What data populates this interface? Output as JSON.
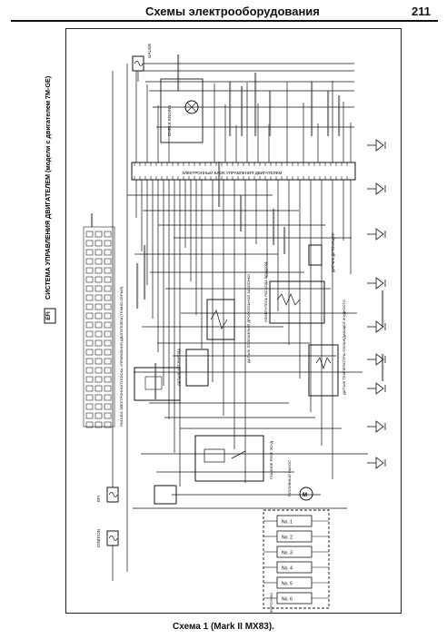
{
  "header": {
    "title": "Схемы электрооборудования",
    "page_number": "211"
  },
  "diagram": {
    "system_title": "СИСТЕМА УПРАВЛЕНИЯ ДВИГАТЕЛЕМ (модели с двигателем 7M-GE)",
    "system_code": "EFI",
    "ecu_label": "ЭЛЕКТРОННЫЙ БЛОК УПРАВЛЕНИЯ ДВИГАТЕЛЕМ",
    "check_engine_label": "CHECK ENGINE",
    "ignition_label": "IGNITION",
    "gauge_label": "GAUGE",
    "efi_label": "EFI",
    "injector_labels": [
      "No. 1",
      "No. 2",
      "No. 3",
      "No. 4",
      "No. 5",
      "No. 6"
    ],
    "injectors_group_label": "ФОРСУНКИ",
    "knock_sensor_label": "ДАТЧИК ДЕТОНАЦИИ",
    "fuel_pump_label": "ТОПЛИВНЫЙ НАСОС",
    "main_relay_label": "ГЛАВНОЕ РЕЛЕ ЭСУД",
    "throttle_sensor_label": "ДАТЧИК ПОЛОЖЕНИЯ ДРОССЕЛЬНОЙ ЗАСЛОНКИ",
    "air_flow_label": "ИЗМЕРИТЕЛЬ РАСХОДА ВОЗДУХА",
    "o2_sensor_label": "ДАТЧИК КИСЛОРОДА",
    "coolant_sensor_label": "ДАТЧИК ТЕМПЕРАТУРЫ ОХЛАЖДАЮЩЕЙ ЖИДКОСТИ",
    "connector_label": "РАЗЪЕМ ЭЛЕКТРОННОГО БЛОКА УПРАВЛЕНИЯ ДВИГАТЕЛЕМ (ТЕМНО-СЕРЫЙ)"
  },
  "caption": "Схема 1 (Mark II MX83)."
}
